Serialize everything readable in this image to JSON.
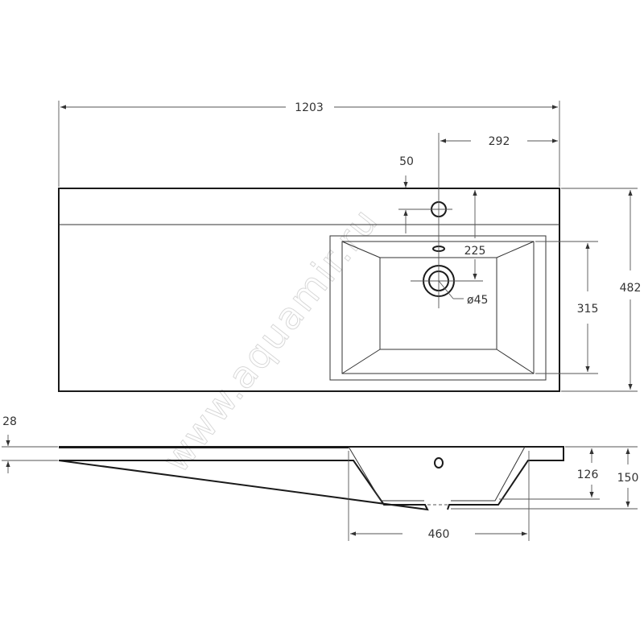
{
  "watermark": "www.aquamir.ru",
  "top_view": {
    "dimensions": {
      "overall_width": "1203",
      "tap_to_right_edge": "292",
      "tap_hole_offset": "50",
      "drain_offset": "225",
      "drain_diameter": "ø45",
      "basin_depth": "315",
      "overall_depth": "482"
    }
  },
  "side_view": {
    "dimensions": {
      "slab_thickness": "28",
      "basin_inner_height": "126",
      "basin_total_height": "150",
      "basin_width": "460"
    }
  }
}
